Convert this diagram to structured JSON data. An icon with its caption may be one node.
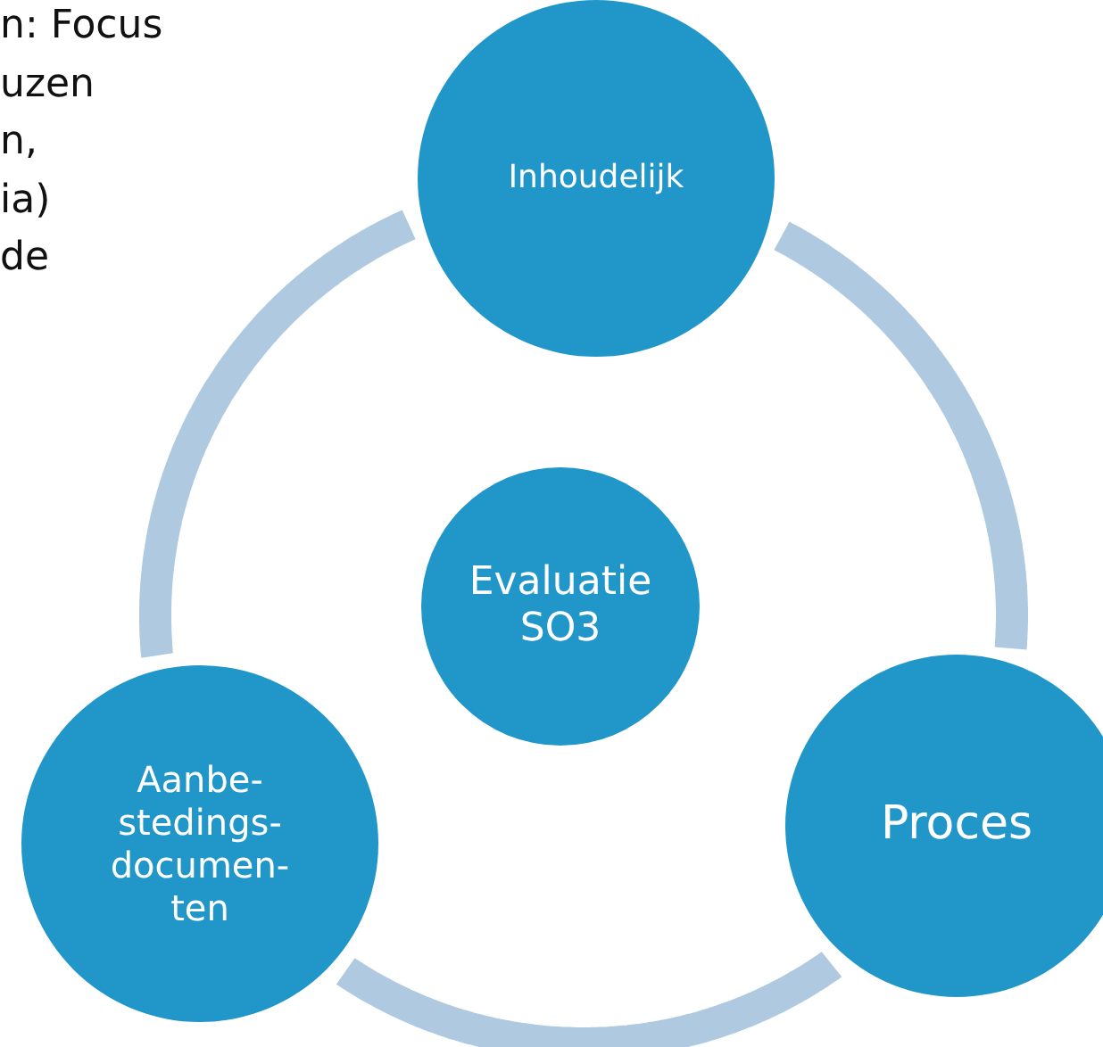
{
  "diagram": {
    "nodes": [
      {
        "text": [
          "Inhoudelijk"
        ]
      },
      {
        "text": [
          "Evaluatie SO3"
        ]
      },
      {
        "text": [
          "Aanbe- stedings- documen- ten"
        ]
      },
      {
        "text": [
          "Proces"
        ]
      }
    ],
    "edges": [
      {
        "from": 0,
        "to": 3,
        "arrow": "none"
      },
      {
        "from": 3,
        "to": 2,
        "arrow": "none"
      },
      {
        "from": 2,
        "to": 0,
        "arrow": "none"
      }
    ],
    "labels": [
      "n: Focus",
      "uzen",
      "n,",
      "ia)",
      "de"
    ]
  }
}
